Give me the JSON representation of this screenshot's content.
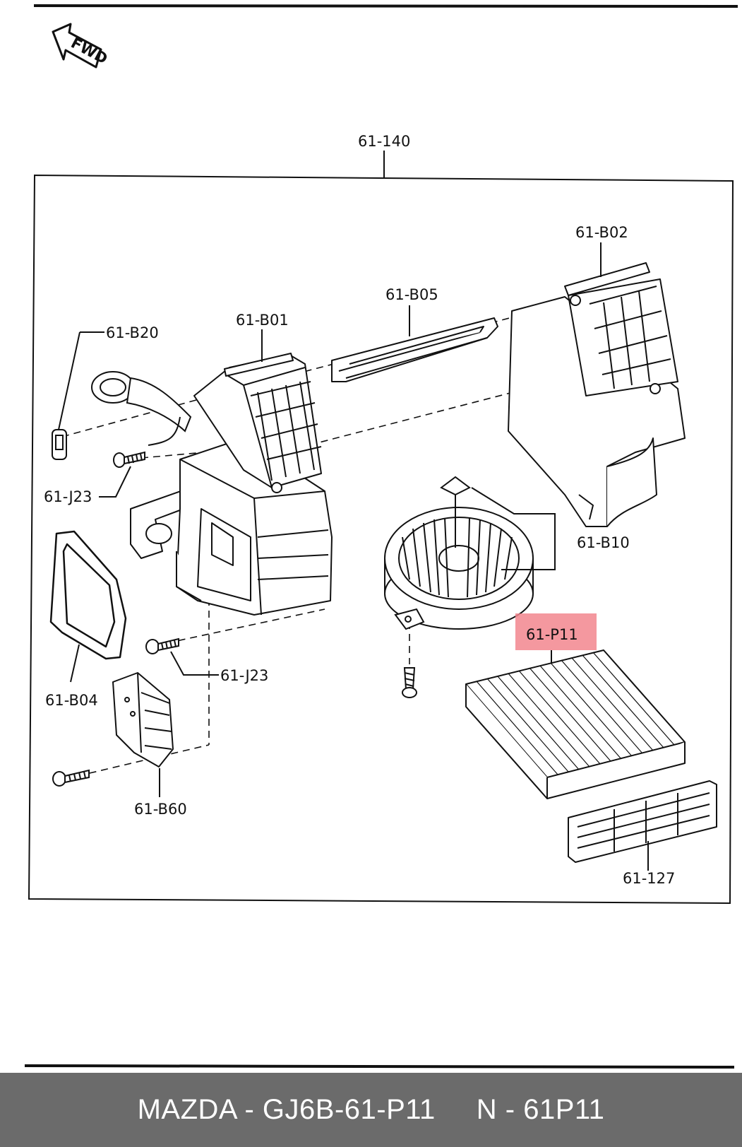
{
  "fwd_label": "FWD",
  "colors": {
    "highlight": "#f2868e",
    "footer_bg": "#6b6b6b",
    "footer_text": "#ffffff",
    "line": "#111111"
  },
  "labels": {
    "assembly": "61-140",
    "blend_door_right": "61-B02",
    "rod": "61-B05",
    "blend_door_left": "61-B01",
    "actuator": "61-B20",
    "screw_upper": "61-J23",
    "blower_motor": "61-B10",
    "cabin_filter": "61-P11",
    "seal": "61-B04",
    "screw_lower": "61-J23",
    "resistor": "61-B60",
    "filter_cover": "61-127"
  },
  "footer": {
    "part_number": "MAZDA - GJ6B-61-P11",
    "oem_code": "N - 61P11"
  }
}
